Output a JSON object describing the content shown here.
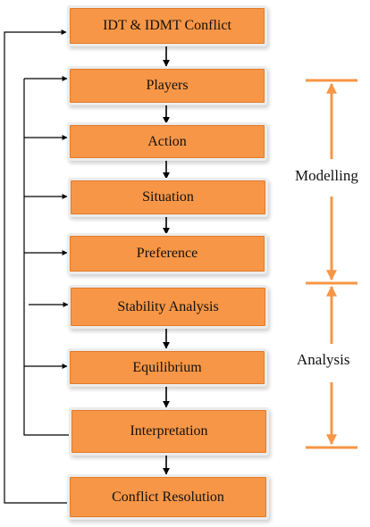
{
  "colors": {
    "box_fill": "#f79646",
    "box_border": "#e07a28",
    "bracket": "#f79646",
    "arrow": "#000000"
  },
  "steps": [
    {
      "label": "IDT & IDMT Conflict"
    },
    {
      "label": "Players"
    },
    {
      "label": "Action"
    },
    {
      "label": "Situation"
    },
    {
      "label": "Preference"
    },
    {
      "label": "Stability Analysis"
    },
    {
      "label": "Equilibrium"
    },
    {
      "label": "Interpretation"
    },
    {
      "label": "Conflict Resolution"
    }
  ],
  "phases": [
    {
      "label": "Modelling"
    },
    {
      "label": "Analysis"
    }
  ]
}
